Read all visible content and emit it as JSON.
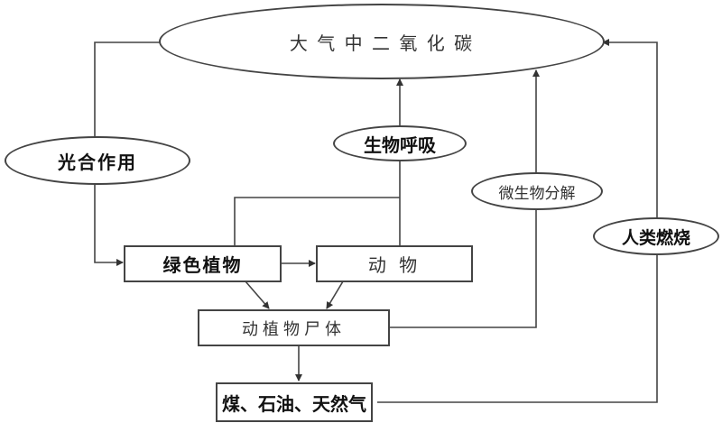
{
  "diagram": {
    "title": "碳循环示意图",
    "nodes": {
      "atmosphere_co2": "大 气 中 二 氧 化 碳",
      "photosynthesis": "光合作用",
      "respiration": "生物呼吸",
      "decomposition": "微生物分解",
      "combustion": "人类燃烧",
      "green_plants": "绿色植物",
      "animals": "动 物",
      "remains": "动植物尸体",
      "fossil_fuels": "煤、石油、天然气"
    },
    "edges": [
      {
        "from": "atmosphere_co2",
        "to": "green_plants",
        "label": "光合作用"
      },
      {
        "from": "green_plants",
        "to": "atmosphere_co2",
        "label": "生物呼吸"
      },
      {
        "from": "animals",
        "to": "atmosphere_co2",
        "label": "生物呼吸"
      },
      {
        "from": "green_plants",
        "to": "animals",
        "label": ""
      },
      {
        "from": "green_plants",
        "to": "remains",
        "label": ""
      },
      {
        "from": "animals",
        "to": "remains",
        "label": ""
      },
      {
        "from": "remains",
        "to": "atmosphere_co2",
        "label": "微生物分解"
      },
      {
        "from": "remains",
        "to": "fossil_fuels",
        "label": ""
      },
      {
        "from": "fossil_fuels",
        "to": "atmosphere_co2",
        "label": "人类燃烧"
      }
    ]
  }
}
